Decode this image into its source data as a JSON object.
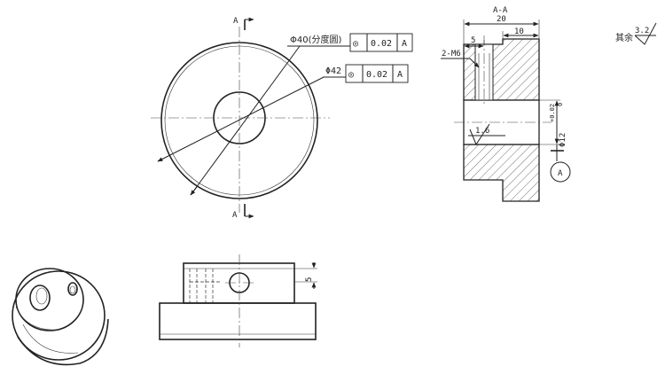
{
  "section": {
    "title": "A-A",
    "dims": {
      "total_width": "20",
      "flange_width": "10",
      "hole_offset": "5",
      "thread": "2-M6",
      "bore_dia_prefix": "Φ12",
      "bore_tol_upper": "+0.02",
      "bore_tol_lower": "0"
    },
    "roughness_bore": "1.6",
    "datum": "A"
  },
  "front": {
    "cut_marker_top": "A",
    "cut_marker_bottom": "A",
    "pitch_circle": {
      "label": "Φ40(分度圆)",
      "tol_symbol": "◎",
      "tol_value": "0.02",
      "tol_datum": "A"
    },
    "outer_dia": {
      "label": "Φ42",
      "tol_symbol": "◎",
      "tol_value": "0.02",
      "tol_datum": "A"
    }
  },
  "side": {
    "height_dim": "5"
  },
  "roughness_general": {
    "prefix": "其余",
    "value": "3.2"
  }
}
